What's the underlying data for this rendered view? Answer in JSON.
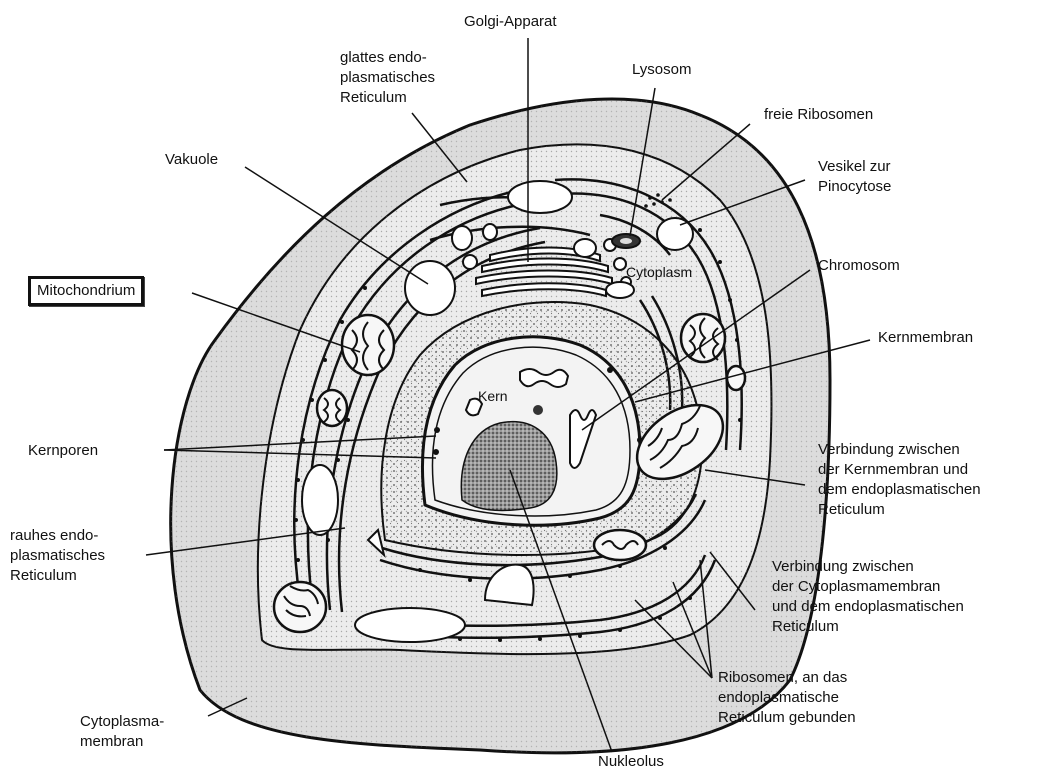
{
  "diagram": {
    "labels": {
      "golgi": "Golgi-Apparat",
      "smooth_er": "glattes endo-\nplasmatisches\nReticulum",
      "lysosome": "Lysosom",
      "free_ribosomes": "freie Ribosomen",
      "vesicle": "Vesikel zur\nPinocytose",
      "vacuole": "Vakuole",
      "chromosome": "Chromosom",
      "mitochondrium": "Mitochondrium",
      "nuclear_membrane": "Kernmembran",
      "nucleus": "Kern",
      "cytoplasm": "Cytoplasm",
      "nuclear_pores": "Kernporen",
      "connection_nuclear": "Verbindung zwischen\nder Kernmembran und\ndem endoplasmatischen\nReticulum",
      "rough_er": "rauhes endo-\nplasmatisches\nReticulum",
      "connection_cyto": "Verbindung zwischen\nder Cytoplasmamembran\nund dem endoplasmatischen\nReticulum",
      "bound_ribosomes": "Ribosomen, an das\nendoplasmatische\nReticulum gebunden",
      "cytoplasm_membrane": "Cytoplasma-\nmembran",
      "nucleolus": "Nukleolus"
    },
    "colors": {
      "ink": "#111111",
      "cell_fill": "#dcdcdc",
      "cytoplasm_fill": "#e9e9e9",
      "nucleus_fill": "#f1f1f1",
      "nucleolus_fill": "#8a8a8a"
    }
  }
}
